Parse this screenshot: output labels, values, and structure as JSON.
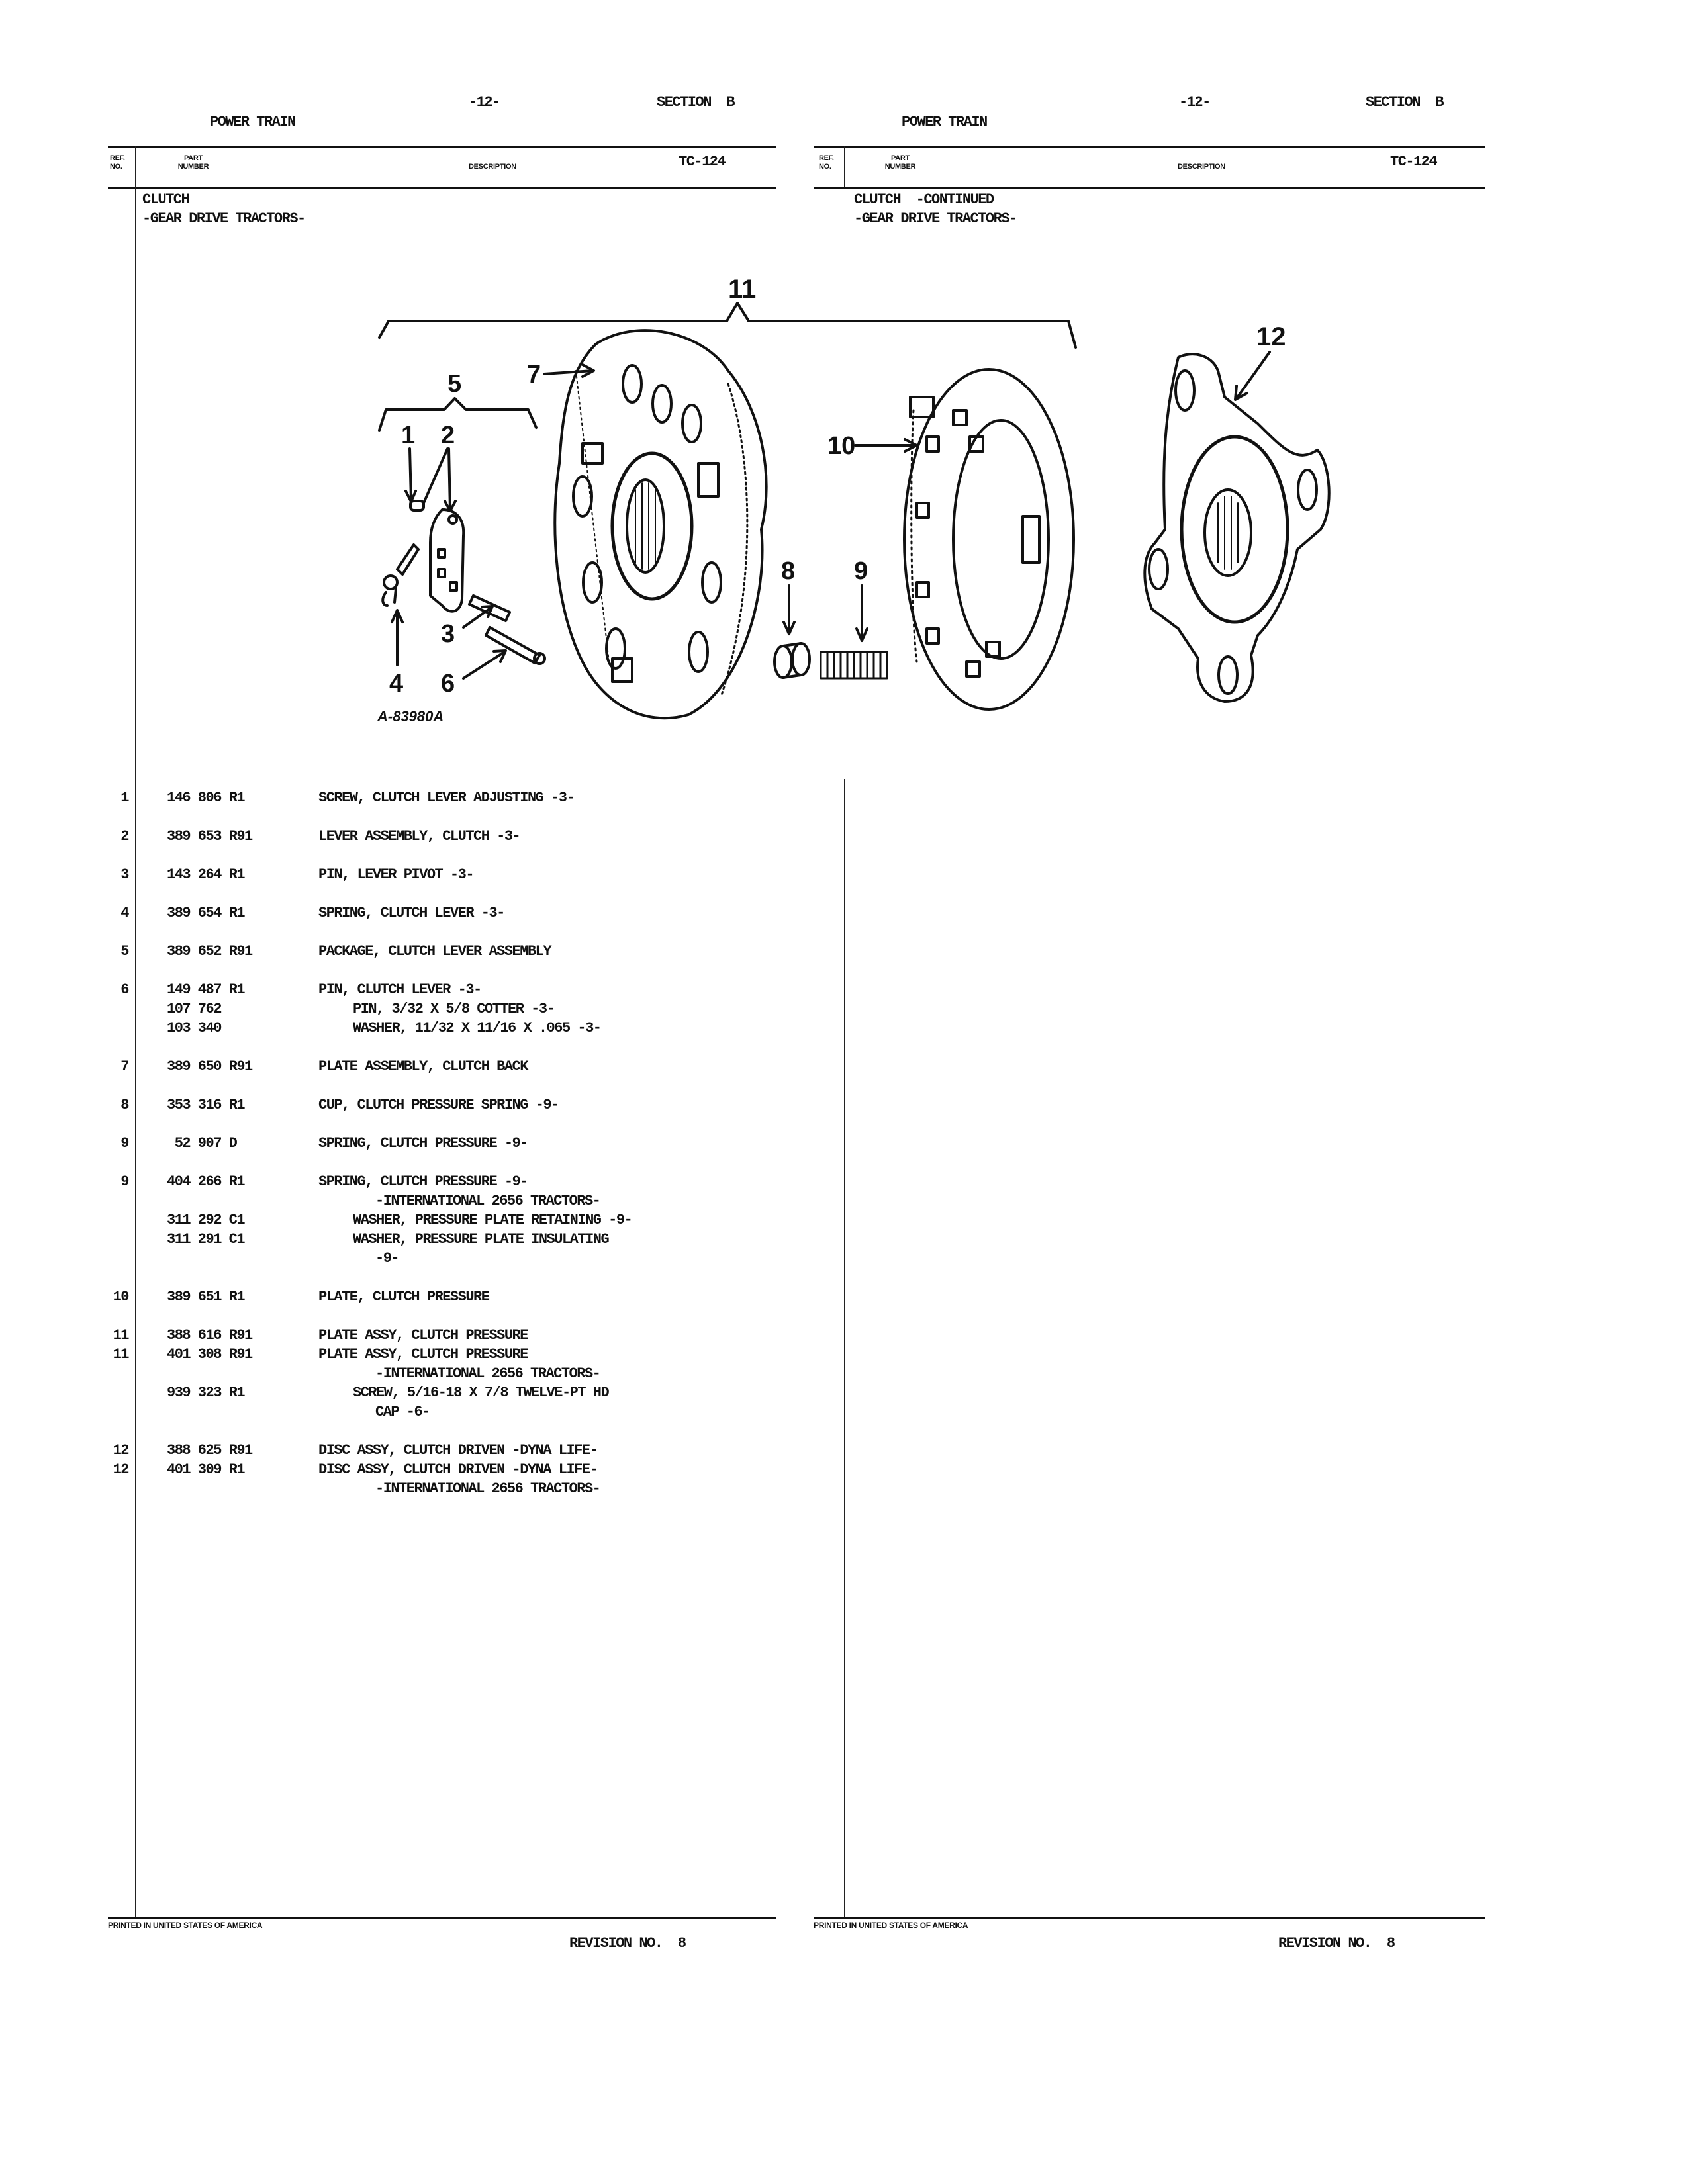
{
  "left_page": {
    "section_title": "POWER TRAIN",
    "page_number": "-12-",
    "section": "SECTION  B",
    "columns": {
      "ref_no_1": "REF.",
      "ref_no_2": "NO.",
      "part_1": "PART",
      "part_2": "NUMBER",
      "description": "DESCRIPTION"
    },
    "code": "TC-124",
    "heading": "CLUTCH",
    "subheading": "-GEAR DRIVE TRACTORS-",
    "printed": "PRINTED IN UNITED STATES OF AMERICA",
    "revision": "REVISION NO.  8"
  },
  "right_page": {
    "section_title": "POWER TRAIN",
    "page_number": "-12-",
    "section": "SECTION  B",
    "columns": {
      "ref_no_1": "REF.",
      "ref_no_2": "NO.",
      "part_1": "PART",
      "part_2": "NUMBER",
      "description": "DESCRIPTION"
    },
    "code": "TC-124",
    "heading": "CLUTCH  -CONTINUED",
    "subheading": "-GEAR DRIVE TRACTORS-",
    "printed": "PRINTED IN UNITED STATES OF AMERICA",
    "revision": "REVISION NO.  8"
  },
  "diagram": {
    "figure_id": "A-83980A",
    "callouts": {
      "c1": "1",
      "c2": "2",
      "c3": "3",
      "c4": "4",
      "c5": "5",
      "c6": "6",
      "c7": "7",
      "c8": "8",
      "c9": "9",
      "c10": "10",
      "c11": "11",
      "c12": "12"
    }
  },
  "parts": [
    [
      {
        "ref": "1",
        "part": "146 806 R1",
        "desc": "SCREW, CLUTCH LEVER ADJUSTING -3-",
        "level": 0
      }
    ],
    [
      {
        "ref": "2",
        "part": "389 653 R91",
        "desc": "LEVER ASSEMBLY, CLUTCH -3-",
        "level": 0
      }
    ],
    [
      {
        "ref": "3",
        "part": "143 264 R1",
        "desc": "PIN, LEVER PIVOT -3-",
        "level": 0
      }
    ],
    [
      {
        "ref": "4",
        "part": "389 654 R1",
        "desc": "SPRING, CLUTCH LEVER -3-",
        "level": 0
      }
    ],
    [
      {
        "ref": "5",
        "part": "389 652 R91",
        "desc": "PACKAGE, CLUTCH LEVER ASSEMBLY",
        "level": 0
      }
    ],
    [
      {
        "ref": "6",
        "part": "149 487 R1",
        "desc": "PIN, CLUTCH LEVER -3-",
        "level": 0
      },
      {
        "ref": "",
        "part": "107 762",
        "desc": "PIN, 3/32 X 5/8 COTTER -3-",
        "level": 1
      },
      {
        "ref": "",
        "part": "103 340",
        "desc": "WASHER, 11/32 X 11/16 X .065 -3-",
        "level": 1
      }
    ],
    [
      {
        "ref": "7",
        "part": "389 650 R91",
        "desc": "PLATE ASSEMBLY, CLUTCH BACK",
        "level": 0
      }
    ],
    [
      {
        "ref": "8",
        "part": "353 316 R1",
        "desc": "CUP, CLUTCH PRESSURE SPRING -9-",
        "level": 0
      }
    ],
    [
      {
        "ref": "9",
        "part": " 52 907 D",
        "desc": "SPRING, CLUTCH PRESSURE -9-",
        "level": 0
      }
    ],
    [
      {
        "ref": "9",
        "part": "404 266 R1",
        "desc": "SPRING, CLUTCH PRESSURE -9-",
        "level": 0
      },
      {
        "ref": "",
        "part": "",
        "desc": "-INTERNATIONAL 2656 TRACTORS-",
        "level": 2
      },
      {
        "ref": "",
        "part": "311 292 C1",
        "desc": "WASHER, PRESSURE PLATE RETAINING -9-",
        "level": 1
      },
      {
        "ref": "",
        "part": "311 291 C1",
        "desc": "WASHER, PRESSURE PLATE INSULATING",
        "level": 1
      },
      {
        "ref": "",
        "part": "",
        "desc": "-9-",
        "level": 2
      }
    ],
    [
      {
        "ref": "10",
        "part": "389 651 R1",
        "desc": "PLATE, CLUTCH PRESSURE",
        "level": 0
      }
    ],
    [
      {
        "ref": "11",
        "part": "388 616 R91",
        "desc": "PLATE ASSY, CLUTCH PRESSURE",
        "level": 0
      },
      {
        "ref": "11",
        "part": "401 308 R91",
        "desc": "PLATE ASSY, CLUTCH PRESSURE",
        "level": 0
      },
      {
        "ref": "",
        "part": "",
        "desc": "-INTERNATIONAL 2656 TRACTORS-",
        "level": 2
      },
      {
        "ref": "",
        "part": "939 323 R1",
        "desc": "SCREW, 5/16-18 X 7/8 TWELVE-PT HD",
        "level": 1
      },
      {
        "ref": "",
        "part": "",
        "desc": "CAP -6-",
        "level": 2
      }
    ],
    [
      {
        "ref": "12",
        "part": "388 625 R91",
        "desc": "DISC ASSY, CLUTCH DRIVEN -DYNA LIFE-",
        "level": 0
      },
      {
        "ref": "12",
        "part": "401 309 R1",
        "desc": "DISC ASSY, CLUTCH DRIVEN -DYNA LIFE-",
        "level": 0
      },
      {
        "ref": "",
        "part": "",
        "desc": "-INTERNATIONAL 2656 TRACTORS-",
        "level": 2
      }
    ]
  ]
}
